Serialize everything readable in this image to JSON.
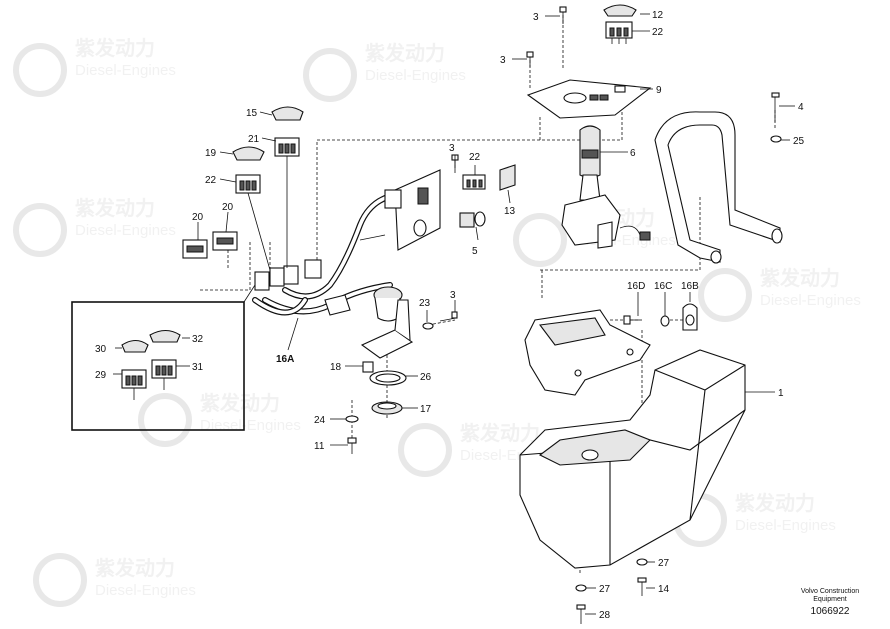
{
  "watermark": {
    "logo_text": "紫发动力",
    "sub_text": "Diesel-Engines"
  },
  "footer": {
    "company": "Volvo Construction",
    "division": "Equipment",
    "drawing_number": "1066922"
  },
  "callouts": {
    "c1": "1",
    "c3a": "3",
    "c3b": "3",
    "c3c": "3",
    "c3d": "3",
    "c4": "4",
    "c5": "5",
    "c6": "6",
    "c9": "9",
    "c11": "11",
    "c12": "12",
    "c13": "13",
    "c14": "14",
    "c15": "15",
    "c16a": "16A",
    "c16b": "16B",
    "c16c": "16C",
    "c16d": "16D",
    "c17": "17",
    "c18": "18",
    "c19": "19",
    "c20a": "20",
    "c20b": "20",
    "c21": "21",
    "c22a": "22",
    "c22b": "22",
    "c22c": "22",
    "c23": "23",
    "c24": "24",
    "c25": "25",
    "c26": "26",
    "c27a": "27",
    "c27b": "27",
    "c28": "28",
    "c29": "29",
    "c30": "30",
    "c31": "31",
    "c32": "32"
  }
}
